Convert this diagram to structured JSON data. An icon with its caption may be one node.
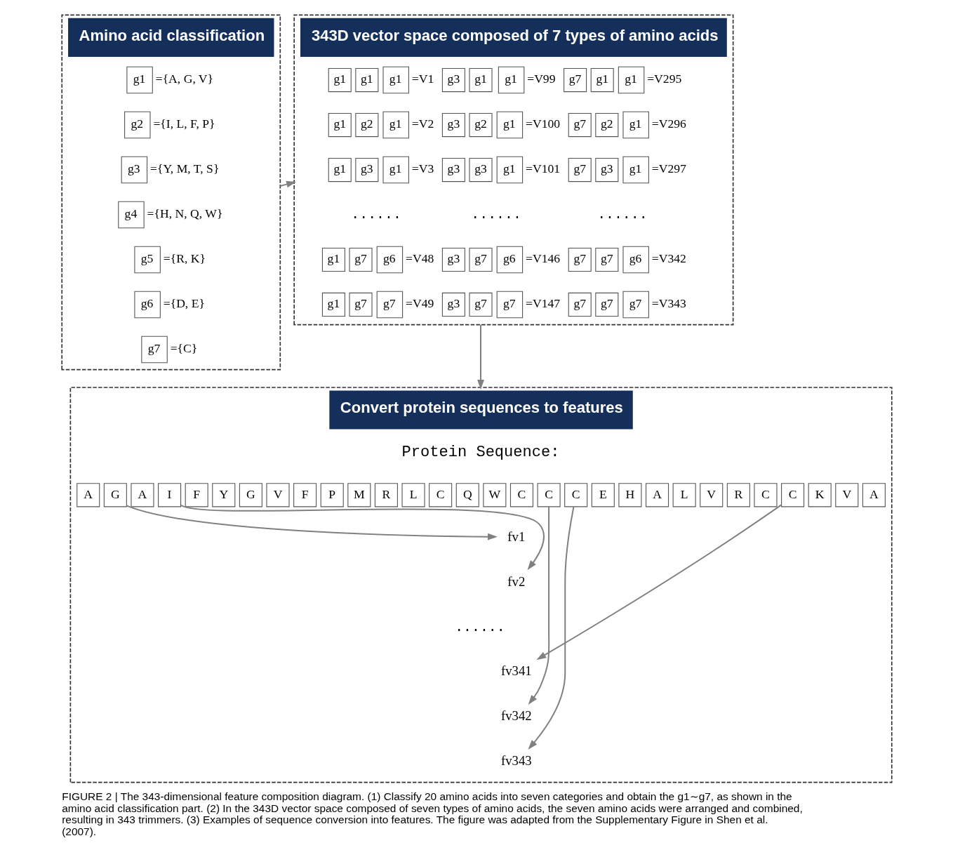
{
  "diagram": {
    "caption": "FIGURE 2 | The 343-dimensional feature composition diagram. (1) Classify 20 amino acids into seven categories and obtain the g1∼g7, as shown in the amino acid classification part. (2) In the 343D vector space composed of seven types of amino acids, the seven amino acids were arranged and combined, resulting in 343 trimmers. (3) Examples of sequence conversion into features. The figure was adapted from the Supplementary Figure in Shen et al. (2007).",
    "nodes": [
      {
        "text": [
          "Amino acid classification"
        ]
      },
      {
        "text": [
          "g1"
        ],
        "in": 0,
        "beside": [
          "={A, G, V}"
        ]
      },
      {
        "text": [
          "g2"
        ],
        "in": 0,
        "beside": [
          "={I, L, F, P}"
        ]
      },
      {
        "text": [
          "g3"
        ],
        "in": 0,
        "beside": [
          "={Y, M, T, S}"
        ]
      },
      {
        "text": [
          "g4"
        ],
        "in": 0,
        "beside": [
          "={H, N, Q, W}"
        ]
      },
      {
        "text": [
          "g5"
        ],
        "in": 0,
        "beside": [
          "={R, K}"
        ]
      },
      {
        "text": [
          "g6"
        ],
        "in": 0,
        "beside": [
          "={D, E}"
        ]
      },
      {
        "text": [
          "g7"
        ],
        "in": 0,
        "beside": [
          "={C}"
        ]
      },
      {
        "text": [
          "343D vector space composed of 7 types of amino acids"
        ]
      },
      {
        "text": [
          "g1"
        ],
        "in": 8
      },
      {
        "text": [
          "g1"
        ],
        "in": 8
      },
      {
        "text": [
          "g1"
        ],
        "in": 8,
        "beside": [
          "=V1"
        ]
      },
      {
        "text": [
          "g3"
        ],
        "in": 8
      },
      {
        "text": [
          "g1"
        ],
        "in": 8
      },
      {
        "text": [
          "g1"
        ],
        "in": 8,
        "beside": [
          "=V99"
        ]
      },
      {
        "text": [
          "g7"
        ],
        "in": 8
      },
      {
        "text": [
          "g1"
        ],
        "in": 8
      },
      {
        "text": [
          "g1"
        ],
        "in": 8,
        "beside": [
          "=V295"
        ]
      },
      {
        "text": [
          "g1"
        ],
        "in": 8
      },
      {
        "text": [
          "g2"
        ],
        "in": 8
      },
      {
        "text": [
          "g1"
        ],
        "in": 8,
        "beside": [
          "=V2"
        ]
      },
      {
        "text": [
          "g3"
        ],
        "in": 8
      },
      {
        "text": [
          "g2"
        ],
        "in": 8
      },
      {
        "text": [
          "g1"
        ],
        "in": 8,
        "beside": [
          "=V100"
        ]
      },
      {
        "text": [
          "g7"
        ],
        "in": 8
      },
      {
        "text": [
          "g2"
        ],
        "in": 8
      },
      {
        "text": [
          "g1"
        ],
        "in": 8,
        "beside": [
          "=V296"
        ]
      },
      {
        "text": [
          "g1"
        ],
        "in": 8
      },
      {
        "text": [
          "g3"
        ],
        "in": 8
      },
      {
        "text": [
          "g1"
        ],
        "in": 8,
        "beside": [
          "=V3"
        ]
      },
      {
        "text": [
          "g3"
        ],
        "in": 8
      },
      {
        "text": [
          "g3"
        ],
        "in": 8
      },
      {
        "text": [
          "g1"
        ],
        "in": 8,
        "beside": [
          "=V101"
        ]
      },
      {
        "text": [
          "g7"
        ],
        "in": 8
      },
      {
        "text": [
          "g3"
        ],
        "in": 8
      },
      {
        "text": [
          "g1"
        ],
        "in": 8,
        "beside": [
          "=V297"
        ]
      },
      {
        "text": [
          "g1"
        ],
        "in": 8
      },
      {
        "text": [
          "g7"
        ],
        "in": 8
      },
      {
        "text": [
          "g6"
        ],
        "in": 8,
        "beside": [
          "=V48"
        ]
      },
      {
        "text": [
          "g3"
        ],
        "in": 8
      },
      {
        "text": [
          "g7"
        ],
        "in": 8
      },
      {
        "text": [
          "g6"
        ],
        "in": 8,
        "beside": [
          "=V146"
        ]
      },
      {
        "text": [
          "g7"
        ],
        "in": 8
      },
      {
        "text": [
          "g7"
        ],
        "in": 8
      },
      {
        "text": [
          "g6"
        ],
        "in": 8,
        "beside": [
          "=V342"
        ]
      },
      {
        "text": [
          "g1"
        ],
        "in": 8
      },
      {
        "text": [
          "g7"
        ],
        "in": 8
      },
      {
        "text": [
          "g7"
        ],
        "in": 8,
        "beside": [
          "=V49"
        ]
      },
      {
        "text": [
          "g3"
        ],
        "in": 8
      },
      {
        "text": [
          "g7"
        ],
        "in": 8
      },
      {
        "text": [
          "g7"
        ],
        "in": 8,
        "beside": [
          "=V147"
        ]
      },
      {
        "text": [
          "g7"
        ],
        "in": 8
      },
      {
        "text": [
          "g7"
        ],
        "in": 8
      },
      {
        "text": [
          "g7"
        ],
        "in": 8,
        "beside": [
          "=V343"
        ]
      },
      {
        "text": [
          "Convert protein sequences to features"
        ]
      },
      {
        "text": [
          "A"
        ],
        "in": 54
      },
      {
        "text": [
          "G"
        ],
        "in": 54
      },
      {
        "text": [
          "A"
        ],
        "in": 54
      },
      {
        "text": [
          "I"
        ],
        "in": 54
      },
      {
        "text": [
          "F"
        ],
        "in": 54
      },
      {
        "text": [
          "Y"
        ],
        "in": 54
      },
      {
        "text": [
          "G"
        ],
        "in": 54
      },
      {
        "text": [
          "V"
        ],
        "in": 54
      },
      {
        "text": [
          "F"
        ],
        "in": 54
      },
      {
        "text": [
          "P"
        ],
        "in": 54
      },
      {
        "text": [
          "M"
        ],
        "in": 54
      },
      {
        "text": [
          "R"
        ],
        "in": 54
      },
      {
        "text": [
          "L"
        ],
        "in": 54
      },
      {
        "text": [
          "C"
        ],
        "in": 54
      },
      {
        "text": [
          "Q"
        ],
        "in": 54
      },
      {
        "text": [
          "W"
        ],
        "in": 54
      },
      {
        "text": [
          "C"
        ],
        "in": 54
      },
      {
        "text": [
          "C"
        ],
        "in": 54
      },
      {
        "text": [
          "C"
        ],
        "in": 54
      },
      {
        "text": [
          "E"
        ],
        "in": 54
      },
      {
        "text": [
          "H"
        ],
        "in": 54
      },
      {
        "text": [
          "A"
        ],
        "in": 54
      },
      {
        "text": [
          "L"
        ],
        "in": 54
      },
      {
        "text": [
          "V"
        ],
        "in": 54
      },
      {
        "text": [
          "R"
        ],
        "in": 54
      },
      {
        "text": [
          "C"
        ],
        "in": 54
      },
      {
        "text": [
          "C"
        ],
        "in": 54
      },
      {
        "text": [
          "K"
        ],
        "in": 54
      },
      {
        "text": [
          "V"
        ],
        "in": 54
      },
      {
        "text": [
          "A"
        ],
        "in": 54
      },
      {
        "text": [
          "fv1"
        ],
        "in": 54
      },
      {
        "text": [
          "fv2"
        ],
        "in": 54
      },
      {
        "text": [
          "fv341"
        ],
        "in": 54
      },
      {
        "text": [
          "fv342"
        ],
        "in": 54
      },
      {
        "text": [
          "fv343"
        ],
        "in": 54
      }
    ],
    "edges": [
      {
        "from": 0,
        "to": 8,
        "arrow": "to"
      },
      {
        "from": 8,
        "to": 54,
        "arrow": "to"
      },
      {
        "from": 56,
        "to": 85,
        "arrow": "to"
      },
      {
        "from": 58,
        "to": 86,
        "arrow": "to"
      },
      {
        "from": 81,
        "to": 87,
        "arrow": "to"
      },
      {
        "from": 73,
        "to": 88,
        "arrow": "to"
      },
      {
        "from": 72,
        "to": 89,
        "arrow": "to"
      }
    ],
    "labels": [
      "......",
      "......",
      "......",
      "Protein Sequence:",
      "......"
    ]
  }
}
